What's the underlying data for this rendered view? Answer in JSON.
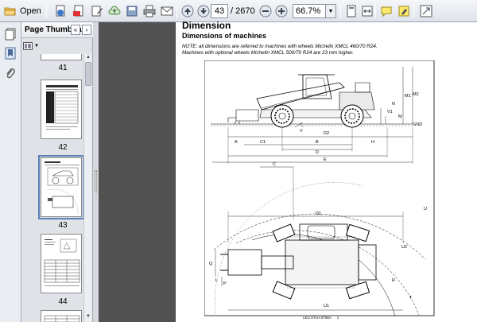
{
  "toolbar": {
    "open_label": "Open",
    "current_page": "43",
    "total_pages": "/ 2670",
    "zoom": "66.7%"
  },
  "thumbnails": {
    "title": "Page Thumbna...",
    "pages": [
      {
        "num": "41"
      },
      {
        "num": "42"
      },
      {
        "num": "43"
      },
      {
        "num": "44"
      }
    ],
    "selected": "43"
  },
  "document": {
    "section_title": "Dimension",
    "subtitle": "Dimensions of machines",
    "note_line1": "NOTE: all dimensions are referred to machines with wheels Michelin XMCL 460/70 R24.",
    "note_line2": "Machines with optional wheels Michelin XMCL 500/70 R24 are 23 mm higher.",
    "figure_ref": "LEU.XTLH.0706A",
    "figure_page": "1",
    "dim_labels": {
      "m1": "M1",
      "m2": "M2",
      "v1": "V1",
      "n": "N",
      "m": "M",
      "gnd": "GND",
      "v": "V",
      "d2": "D2",
      "a": "A",
      "c1": "C1",
      "b": "B",
      "h": "H",
      "d": "D",
      "e": "E",
      "c": "C",
      "d1": "D1",
      "u": "U",
      "u2": "U2",
      "q": "Q",
      "l": "L",
      "p": "P",
      "r": "R",
      "u1": "U1",
      "t": "T"
    }
  },
  "colors": {
    "accent": "#5a7fb8",
    "viewer_bg": "#525252"
  }
}
